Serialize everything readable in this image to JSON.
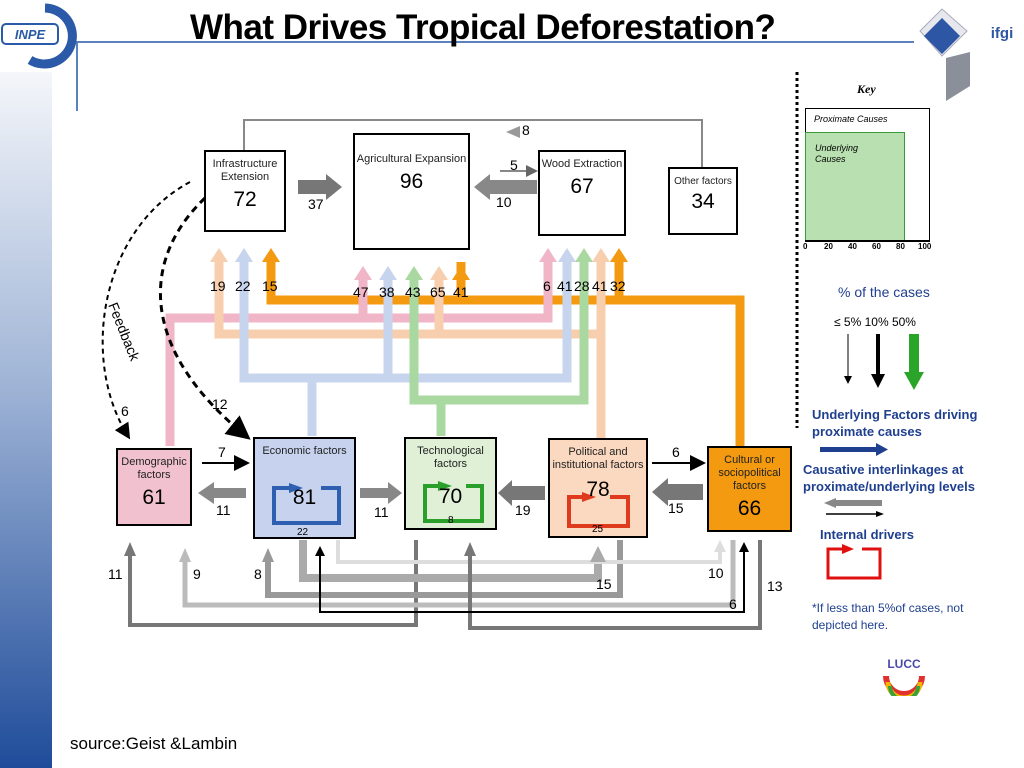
{
  "title": "What Drives Tropical Deforestation?",
  "source": "source:Geist &Lambin",
  "logos": {
    "inpe": "INPE",
    "ifgi": "ifgi",
    "lucc": "LUCC"
  },
  "proximate": {
    "infrastructure": {
      "label": "Infrastructure Extension",
      "value": "72"
    },
    "agricultural": {
      "label": "Agricultural Expansion",
      "value": "96"
    },
    "wood": {
      "label": "Wood Extraction",
      "value": "67"
    },
    "other": {
      "label": "Other factors",
      "value": "34"
    }
  },
  "underlying": {
    "demographic": {
      "label": "Demographic factors",
      "value": "61"
    },
    "economic": {
      "label": "Economic factors",
      "value": "81",
      "internal": "22"
    },
    "technological": {
      "label": "Technological factors",
      "value": "70",
      "internal": "8"
    },
    "political": {
      "label": "Political and institutional factors",
      "value": "78",
      "internal": "25"
    },
    "cultural": {
      "label": "Cultural or sociopolitical factors",
      "value": "66"
    }
  },
  "arrow_labels": {
    "top_8": "8",
    "infra_agri_37": "37",
    "wood_agri_5": "5",
    "agri_wood_10": "10",
    "infra_in": [
      "19",
      "22",
      "15"
    ],
    "agri_in": [
      "47",
      "38",
      "43",
      "65",
      "41"
    ],
    "wood_in": [
      "6",
      "41",
      "28",
      "41",
      "32"
    ],
    "feedback_6": "6",
    "feedback_12": "12",
    "demo_econ_7": "7",
    "econ_demo_11": "11",
    "econ_tech_11": "11",
    "pol_tech_19": "19",
    "cult_pol_15": "15",
    "pol_cult_6": "6",
    "bottom": {
      "b11": "11",
      "b9": "9",
      "b8": "8",
      "b15": "15",
      "b10": "10",
      "b13": "13",
      "b6": "6"
    }
  },
  "feedback_label": "Feedback",
  "key": {
    "title": "Key",
    "proximate": "Proximate Causes",
    "underlying": "Underlying Causes",
    "axis_ticks": [
      "0",
      "20",
      "40",
      "60",
      "80",
      "100"
    ]
  },
  "legend": {
    "percent_title": "% of the cases",
    "percent_scale": "≤ 5% 10%  50%",
    "underlying_title": "Underlying Factors driving proximate causes",
    "causative_title": "Causative interlinkages at proximate/underlying levels",
    "internal_title": "Internal drivers",
    "note": "*If less than 5%of cases, not depicted here."
  },
  "colors": {
    "pink": "#f0b6c8",
    "blue": "#c6d4ee",
    "green": "#a9d8a0",
    "peach": "#f8cfae",
    "orange": "#f39a10",
    "gray": "#8c8c8c",
    "lightgray": "#c8c8c8",
    "econ_fill": "#c7d3ee",
    "tech_fill": "#dff0d6",
    "pol_fill": "#fbd9c0",
    "cult_fill": "#f39a10",
    "demo_fill": "#f2c1d0",
    "legend_blue": "#1f3f8f"
  }
}
